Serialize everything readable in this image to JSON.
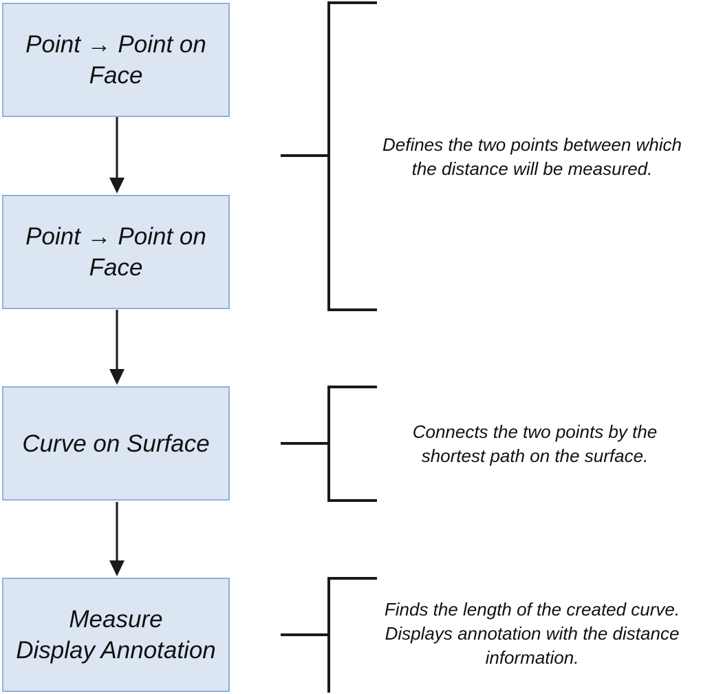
{
  "steps": [
    {
      "line1": "Point → Point on",
      "line2": "Face"
    },
    {
      "line1": "Point → Point on",
      "line2": "Face"
    },
    {
      "line1": "Curve on Surface",
      "line2": ""
    },
    {
      "line1": "Measure",
      "line2": "Display Annotation"
    }
  ],
  "notes": [
    {
      "line1": "Defines the two points between which",
      "line2": "the distance will be measured.",
      "line3": ""
    },
    {
      "line1": "Connects the two points by the",
      "line2": "shortest path on the surface.",
      "line3": ""
    },
    {
      "line1": "Finds the length of the created curve.",
      "line2": "Displays annotation with the distance",
      "line3": "information."
    }
  ],
  "colors": {
    "box_fill": "#dce6f2",
    "box_border": "#8fb1d9",
    "line": "#1a1a1a"
  }
}
